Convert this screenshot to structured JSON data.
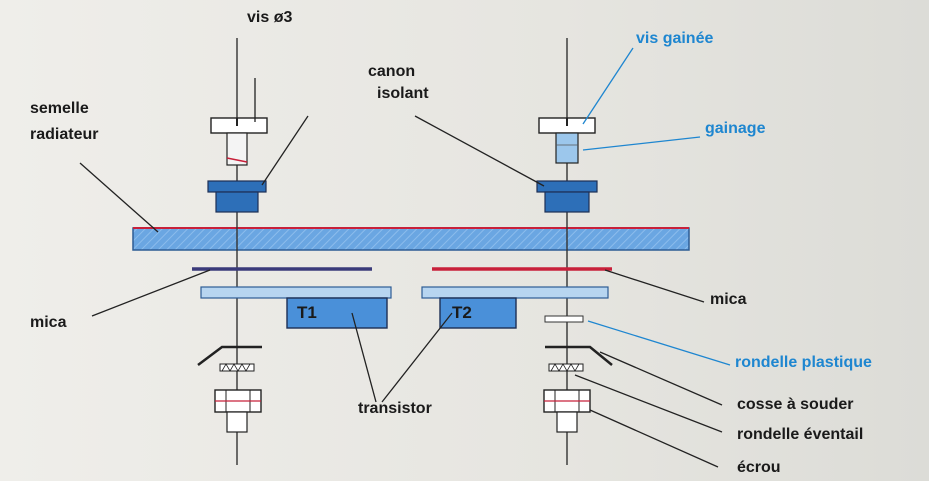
{
  "labels": {
    "vis_o3": "vis ø3",
    "canon_line1": "canon",
    "canon_line2": "isolant",
    "semelle_line1": "semelle",
    "semelle_line2": "radiateur",
    "vis_gainee": "vis gainée",
    "gainage": "gainage",
    "mica_left": "mica",
    "mica_right": "mica",
    "rondelle_plastique": "rondelle plastique",
    "transistor": "transistor",
    "cosse": "cosse à souder",
    "rondelle_eventail": "rondelle éventail",
    "ecrou": "écrou",
    "t1": "T1",
    "t2": "T2"
  },
  "colors": {
    "blue_label": "#1e86d0",
    "part_fill": "#4a90d9",
    "part_dark": "#2d6fb8",
    "mica_dark": "#3a3a7a",
    "mica_red": "#c8203a",
    "plate": "#5b9ee0"
  }
}
